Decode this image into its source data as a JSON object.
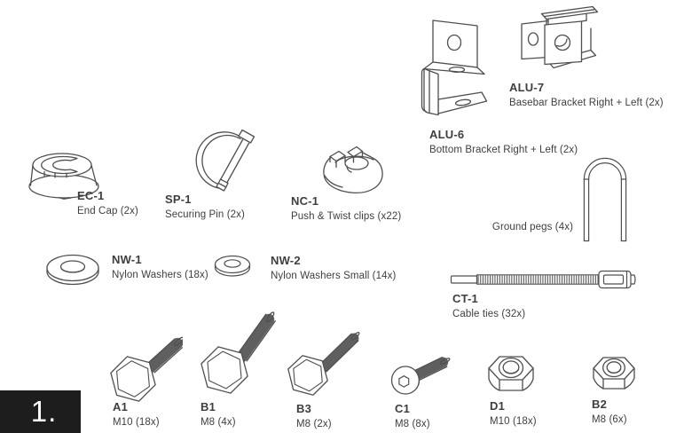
{
  "page": {
    "step_number": "1.",
    "background": "#ffffff",
    "ink_color": "#3e3e3e",
    "line_color": "#4f4f4f",
    "step_box_bg": "#1d1d1d",
    "step_box_fg": "#ffffff"
  },
  "parts": {
    "ec1": {
      "code": "EC-1",
      "desc": "End Cap (2x)",
      "icon": "end-cap-icon"
    },
    "sp1": {
      "code": "SP-1",
      "desc": "Securing Pin (2x)",
      "icon": "securing-pin-icon"
    },
    "nc1": {
      "code": "NC-1",
      "desc": "Push & Twist clips (x22)",
      "icon": "push-twist-clip-icon"
    },
    "alu6": {
      "code": "ALU-6",
      "desc": "Bottom Bracket Right + Left (2x)",
      "icon": "bottom-bracket-icon"
    },
    "alu7": {
      "code": "ALU-7",
      "desc": "Basebar Bracket Right + Left (2x)",
      "icon": "basebar-bracket-icon"
    },
    "pegs": {
      "code": "",
      "desc": "Ground pegs (4x)",
      "icon": "ground-peg-icon"
    },
    "nw1": {
      "code": "NW-1",
      "desc": "Nylon Washers (18x)",
      "icon": "nylon-washer-icon"
    },
    "nw2": {
      "code": "NW-2",
      "desc": "Nylon Washers Small (14x)",
      "icon": "nylon-washer-small-icon"
    },
    "ct1": {
      "code": "CT-1",
      "desc": "Cable ties (32x)",
      "icon": "cable-tie-icon"
    },
    "a1": {
      "code": "A1",
      "desc": "M10 (18x)",
      "icon": "hex-bolt-icon"
    },
    "b1": {
      "code": "B1",
      "desc": "M8 (4x)",
      "icon": "hex-bolt-long-icon"
    },
    "b3": {
      "code": "B3",
      "desc": "M8 (2x)",
      "icon": "hex-bolt-short-icon"
    },
    "c1": {
      "code": "C1",
      "desc": "M8 (8x)",
      "icon": "button-head-bolt-icon"
    },
    "d1": {
      "code": "D1",
      "desc": "M10 (18x)",
      "icon": "lock-nut-icon"
    },
    "b2": {
      "code": "B2",
      "desc": "M8 (6x)",
      "icon": "lock-nut-small-icon"
    }
  }
}
